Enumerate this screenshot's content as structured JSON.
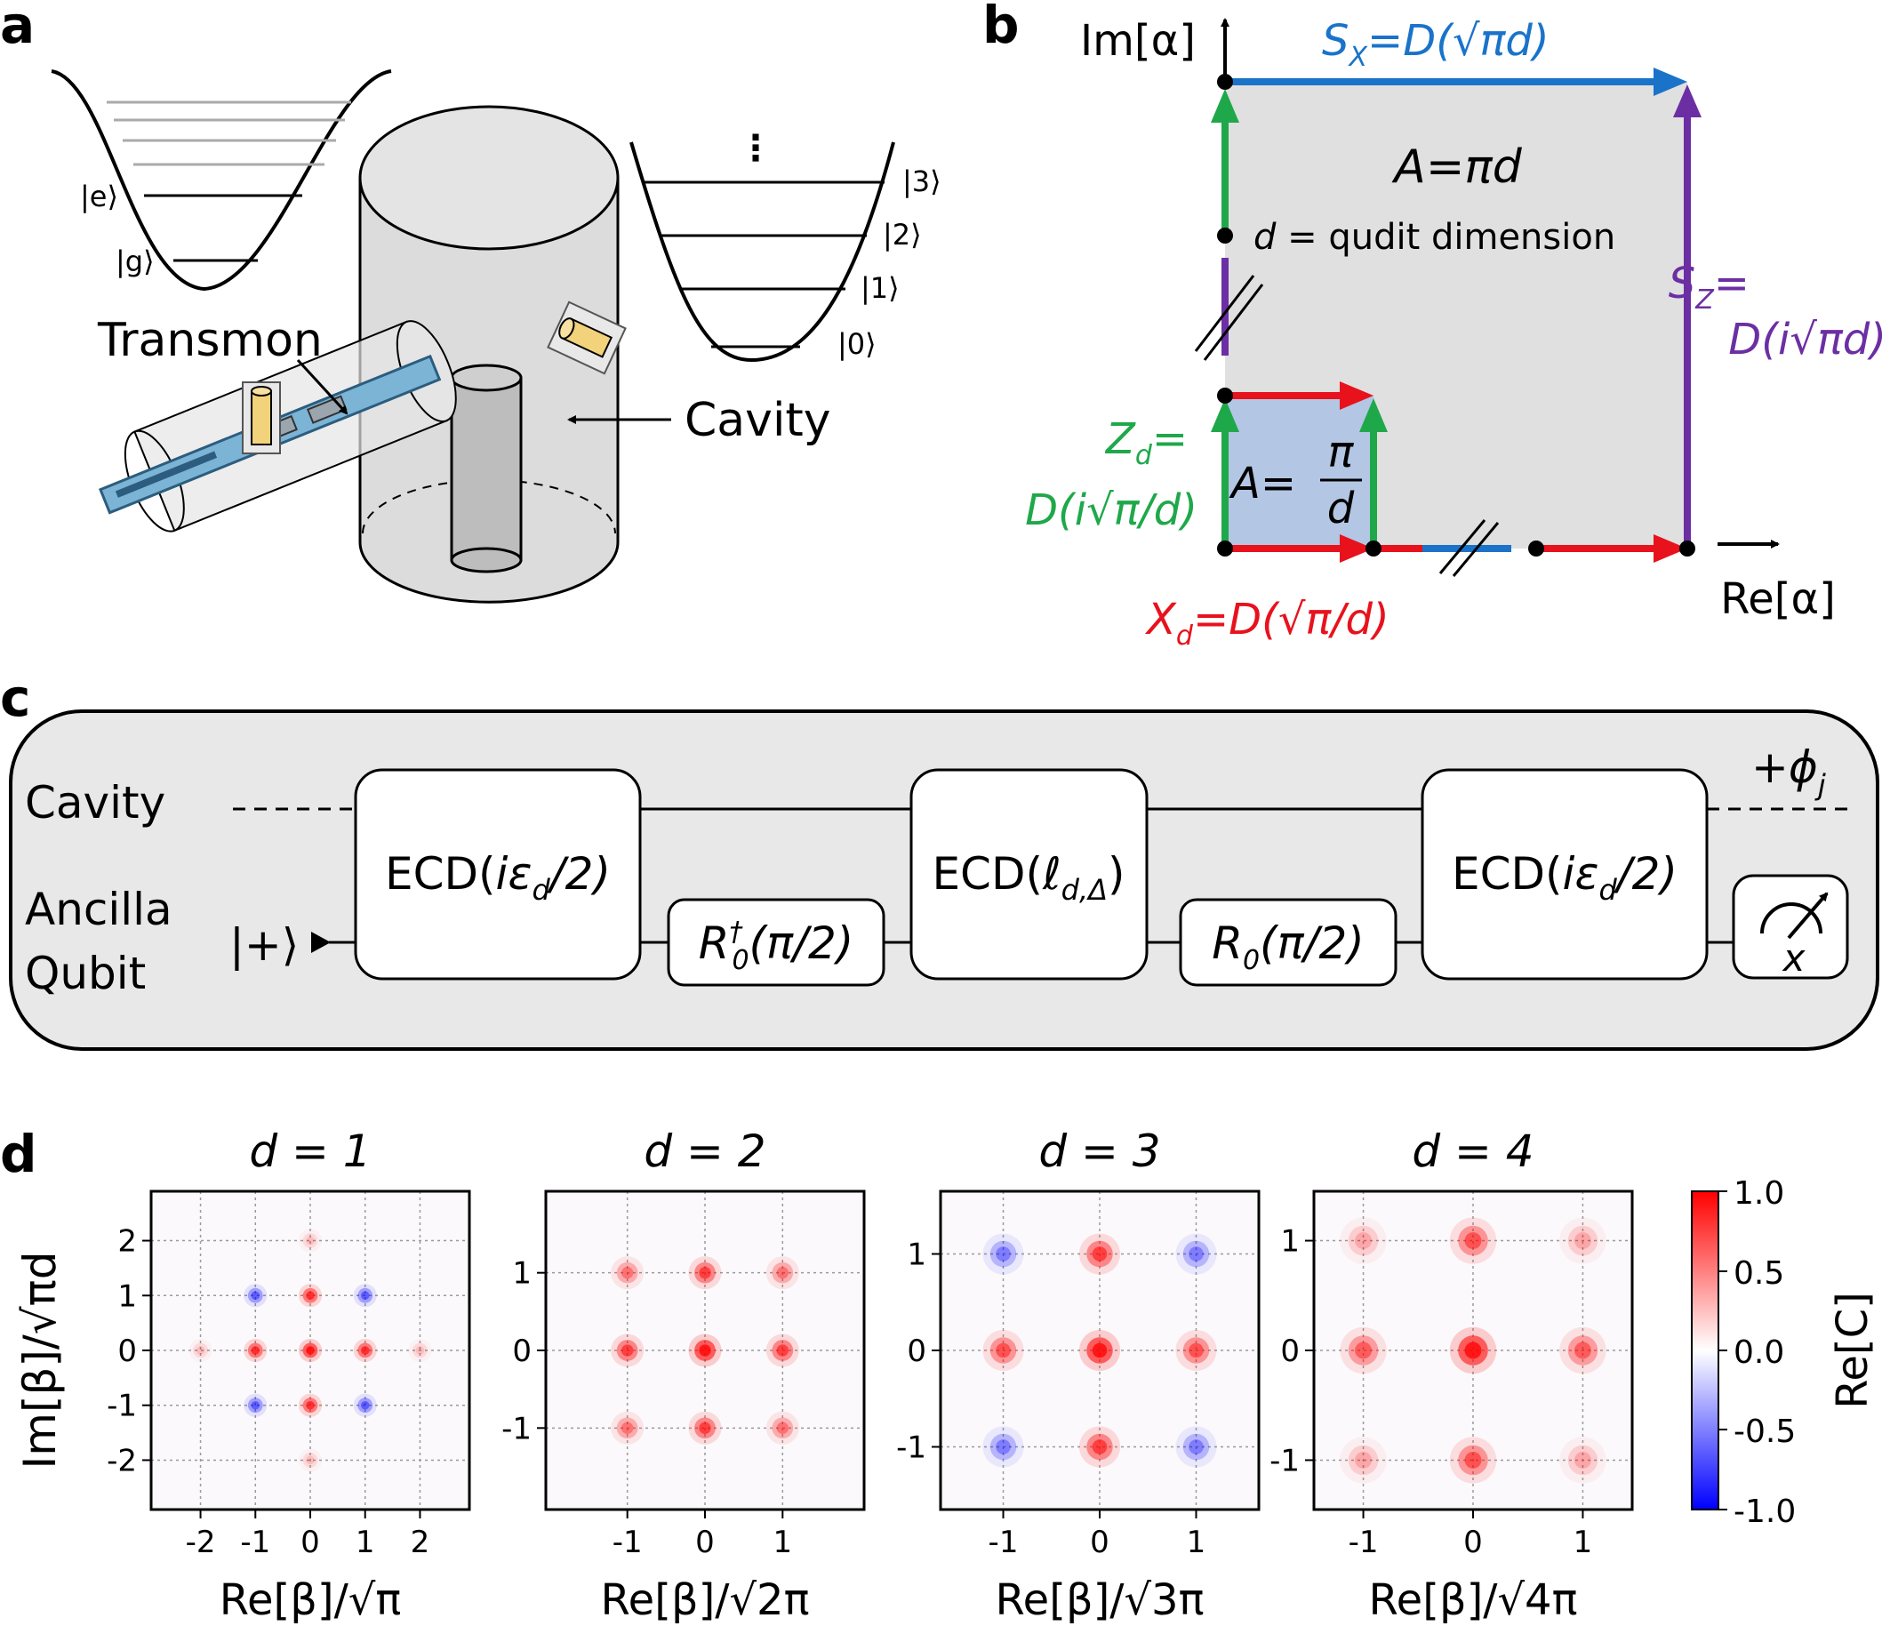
{
  "colors": {
    "green": "#1fa84a",
    "red": "#e8121c",
    "blue": "#1a73c9",
    "purple": "#6b2fa3",
    "gray_panel": "#e6e6e6",
    "small_square": "#b3c6e4"
  },
  "panel_a": {
    "label": "a",
    "transmon_levels": [
      "|e⟩",
      "|g⟩"
    ],
    "transmon_label": "Transmon",
    "cavity_label": "Cavity",
    "cavity_levels": [
      "|3⟩",
      "|2⟩",
      "|1⟩",
      "|0⟩"
    ],
    "ellipsis": "⋮"
  },
  "panel_b": {
    "label": "b",
    "im_axis": "Im[α]",
    "re_axis": "Re[α]",
    "sx_label": "S",
    "sx_sub": "X",
    "sx_rhs": "=D(√πd)",
    "sz_label": "S",
    "sz_sub": "Z",
    "sz_eq": "=",
    "sz_rhs": "D(i√πd)",
    "zd_label": "Z",
    "zd_sub": "d",
    "zd_eq": "=",
    "zd_rhs": "D(i√π/d)",
    "xd_label": "X",
    "xd_sub": "d",
    "xd_rhs": "=D(√π/d)",
    "area_large": "A=πd",
    "area_note_var": "d",
    "area_note_rest": " = qudit dimension",
    "area_small_lhs": "A=",
    "area_small_num": "π",
    "area_small_den": "d"
  },
  "panel_c": {
    "label": "c",
    "wire_cavity": "Cavity",
    "wire_ancilla_1": "Ancilla",
    "wire_ancilla_2": "Qubit",
    "input_state": "|+⟩",
    "phase_label": "+ϕ",
    "phase_sub": "j",
    "gate1_pre": "ECD(",
    "gate1_arg": "iε",
    "gate1_sub": "d",
    "gate1_post": "/2)",
    "gate2_pre": "R",
    "gate2_sup": "†",
    "gate2_sub": "0",
    "gate2_post": "(π/2)",
    "gate3_pre": "ECD(",
    "gate3_arg": "ℓ",
    "gate3_sub": "d,Δ",
    "gate3_post": ")",
    "gate4_pre": "R",
    "gate4_sub": "0",
    "gate4_post": "(π/2)",
    "gate5_pre": "ECD(",
    "gate5_arg": "iε",
    "gate5_sub": "d",
    "gate5_post": "/2)",
    "measure_basis": "x"
  },
  "panel_d": {
    "label": "d",
    "ylabel": "Im[β]/√πd",
    "colorbar_label": "Re[C]",
    "colorbar_ticks": [
      "1.0",
      "0.5",
      "0.0",
      "-0.5",
      "-1.0"
    ],
    "colormap": "bwr"
  },
  "chart_data": [
    {
      "type": "heatmap",
      "title": "d = 1",
      "xlabel": "Re[β]/√π",
      "ylabel": "Im[β]/√πd",
      "xlim": [
        -2.9,
        2.9
      ],
      "ylim": [
        -2.9,
        2.9
      ],
      "xticks": [
        "-2",
        "-1",
        "0",
        "1",
        "2"
      ],
      "yticks": [
        "2",
        "1",
        "0",
        "-1",
        "-2"
      ],
      "grid": true,
      "points": [
        {
          "x": 0,
          "y": 0,
          "v": 1.0
        },
        {
          "x": 0,
          "y": 1,
          "v": 0.8
        },
        {
          "x": 0,
          "y": -1,
          "v": 0.8
        },
        {
          "x": -1,
          "y": 0,
          "v": 0.8
        },
        {
          "x": 1,
          "y": 0,
          "v": 0.8
        },
        {
          "x": -1,
          "y": 1,
          "v": -0.55
        },
        {
          "x": 1,
          "y": 1,
          "v": -0.55
        },
        {
          "x": -1,
          "y": -1,
          "v": -0.55
        },
        {
          "x": 1,
          "y": -1,
          "v": -0.55
        },
        {
          "x": 0,
          "y": 2,
          "v": 0.18
        },
        {
          "x": 0,
          "y": -2,
          "v": 0.18
        },
        {
          "x": -2,
          "y": 0,
          "v": 0.18
        },
        {
          "x": 2,
          "y": 0,
          "v": 0.18
        }
      ]
    },
    {
      "type": "heatmap",
      "title": "d = 2",
      "xlabel": "Re[β]/√2π",
      "ylabel": "",
      "xlim": [
        -2.05,
        2.05
      ],
      "ylim": [
        -2.05,
        2.05
      ],
      "xticks": [
        "-1",
        "0",
        "1"
      ],
      "yticks": [
        "1",
        "0",
        "-1"
      ],
      "grid": true,
      "points": [
        {
          "x": 0,
          "y": 0,
          "v": 1.0
        },
        {
          "x": 0,
          "y": 1,
          "v": 0.7
        },
        {
          "x": 0,
          "y": -1,
          "v": 0.7
        },
        {
          "x": -1,
          "y": 0,
          "v": 0.7
        },
        {
          "x": 1,
          "y": 0,
          "v": 0.7
        },
        {
          "x": -1,
          "y": 1,
          "v": 0.45
        },
        {
          "x": 1,
          "y": 1,
          "v": 0.45
        },
        {
          "x": -1,
          "y": -1,
          "v": 0.45
        },
        {
          "x": 1,
          "y": -1,
          "v": 0.45
        }
      ]
    },
    {
      "type": "heatmap",
      "title": "d = 3",
      "xlabel": "Re[β]/√3π",
      "ylabel": "",
      "xlim": [
        -1.65,
        1.65
      ],
      "ylim": [
        -1.65,
        1.65
      ],
      "xticks": [
        "-1",
        "0",
        "1"
      ],
      "yticks": [
        "1",
        "0",
        "-1"
      ],
      "grid": true,
      "points": [
        {
          "x": 0,
          "y": 0,
          "v": 1.0
        },
        {
          "x": 0,
          "y": 1,
          "v": 0.7
        },
        {
          "x": 0,
          "y": -1,
          "v": 0.7
        },
        {
          "x": -1,
          "y": 0,
          "v": 0.6
        },
        {
          "x": 1,
          "y": 0,
          "v": 0.6
        },
        {
          "x": -1,
          "y": 1,
          "v": -0.4
        },
        {
          "x": 1,
          "y": 1,
          "v": -0.4
        },
        {
          "x": -1,
          "y": -1,
          "v": -0.4
        },
        {
          "x": 1,
          "y": -1,
          "v": -0.4
        }
      ]
    },
    {
      "type": "heatmap",
      "title": "d = 4",
      "xlabel": "Re[β]/√4π",
      "ylabel": "",
      "xlim": [
        -1.45,
        1.45
      ],
      "ylim": [
        -1.45,
        1.45
      ],
      "xticks": [
        "-1",
        "0",
        "1"
      ],
      "yticks": [
        "1",
        "0",
        "-1"
      ],
      "grid": true,
      "points": [
        {
          "x": 0,
          "y": 0,
          "v": 1.0
        },
        {
          "x": 0,
          "y": 1,
          "v": 0.6
        },
        {
          "x": 0,
          "y": -1,
          "v": 0.6
        },
        {
          "x": -1,
          "y": 0,
          "v": 0.55
        },
        {
          "x": 1,
          "y": 0,
          "v": 0.55
        },
        {
          "x": -1,
          "y": 1,
          "v": 0.25
        },
        {
          "x": 1,
          "y": 1,
          "v": 0.25
        },
        {
          "x": -1,
          "y": -1,
          "v": 0.25
        },
        {
          "x": 1,
          "y": -1,
          "v": 0.25
        }
      ]
    }
  ]
}
